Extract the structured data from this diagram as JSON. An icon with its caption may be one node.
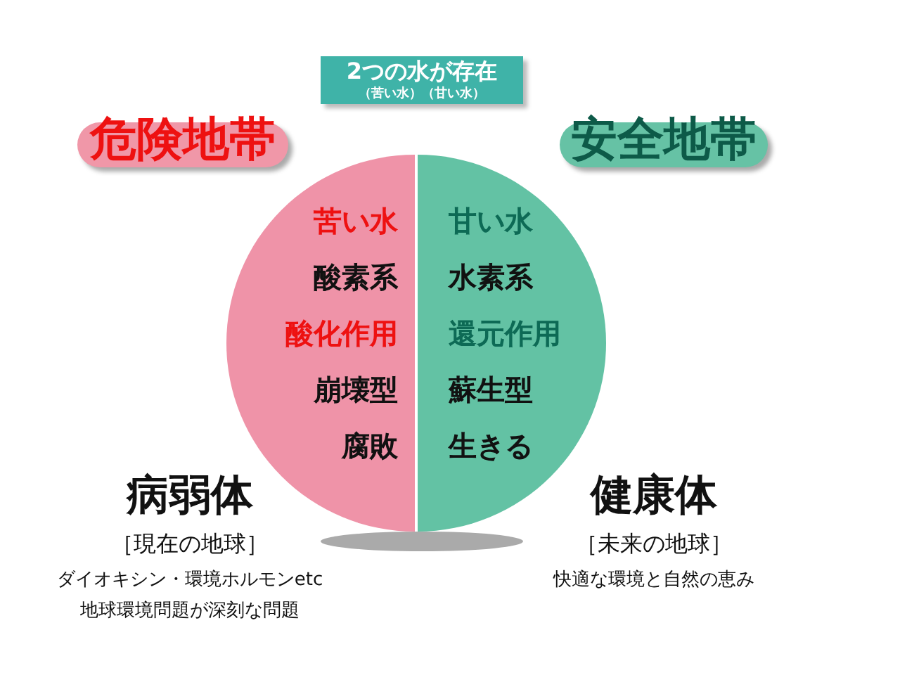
{
  "diagram": {
    "nodes": [
      {
        "text": [
          "2つの水が存在",
          "（苦い水）（甘い水）"
        ]
      },
      {
        "text": [
          "危険地帯"
        ]
      },
      {
        "text": [
          "安全地帯"
        ]
      },
      {
        "text": [
          "苦い水",
          "酸素系",
          "酸化作用",
          "崩壊型",
          "腐敗"
        ]
      },
      {
        "text": [
          "甘い水",
          "水素系",
          "還元作用",
          "蘇生型",
          "生きる"
        ]
      }
    ],
    "labels": [
      "病弱体",
      "［現在の地球］",
      "ダイオキシン・環境ホルモンetc",
      "地球環境問題が深刻な問題",
      "健康体",
      "［未来の地球］",
      "快適な環境と自然の恵み"
    ]
  }
}
